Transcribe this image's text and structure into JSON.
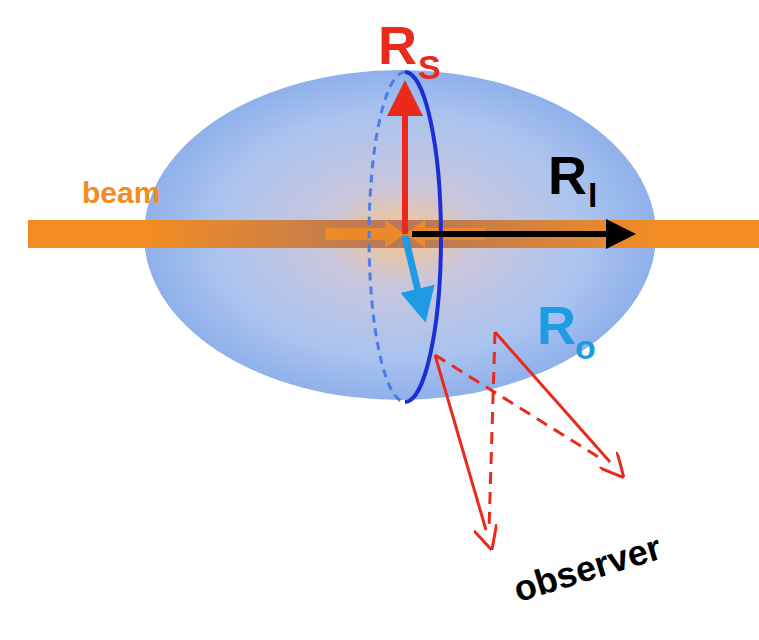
{
  "diagram": {
    "labels": [
      "beam",
      "R",
      "S",
      "R",
      "l",
      "R",
      "o",
      "observer"
    ]
  }
}
